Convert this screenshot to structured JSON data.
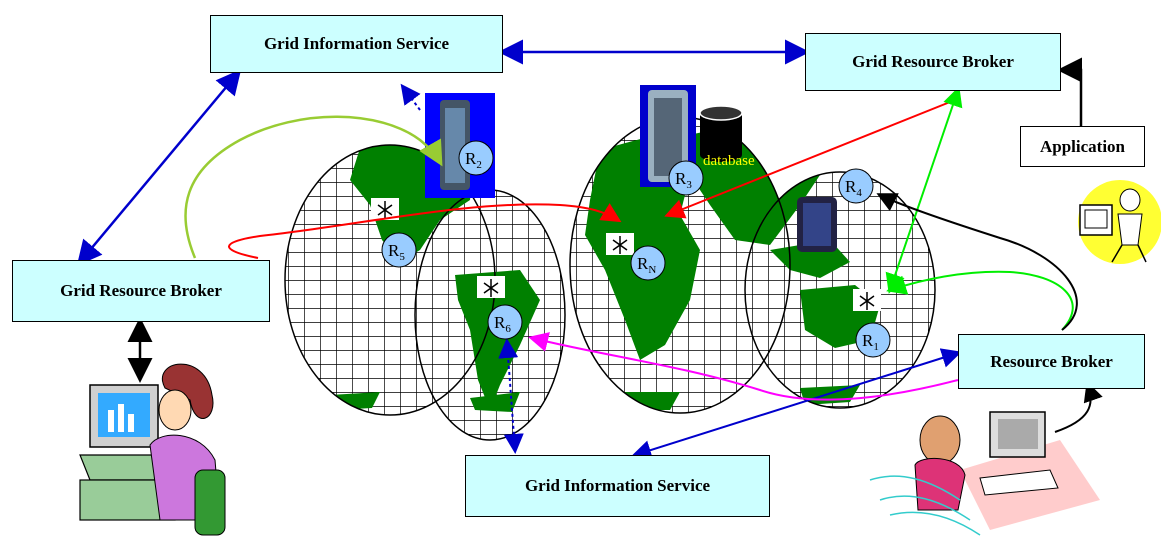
{
  "boxes": {
    "gis_top": "Grid Information Service",
    "grb_right": "Grid Resource Broker",
    "application": "Application",
    "grb_left": "Grid Resource Broker",
    "resource_broker": "Resource Broker",
    "gis_bottom": "Grid Information Service"
  },
  "labels": {
    "database": "database"
  },
  "resources": [
    {
      "letter": "R",
      "sub": "2"
    },
    {
      "letter": "R",
      "sub": "3"
    },
    {
      "letter": "R",
      "sub": "4"
    },
    {
      "letter": "R",
      "sub": "5"
    },
    {
      "letter": "R",
      "sub": "N"
    },
    {
      "letter": "R",
      "sub": "6"
    },
    {
      "letter": "R",
      "sub": "1"
    }
  ],
  "colors": {
    "box_fill": "#ccffff",
    "land": "#008000",
    "node": "#99ccff",
    "blue_link": "#0000cc",
    "red_link": "#ff0000",
    "green_link": "#00ee00",
    "magenta_link": "#ff00ff",
    "olive_link": "#99cc33"
  }
}
